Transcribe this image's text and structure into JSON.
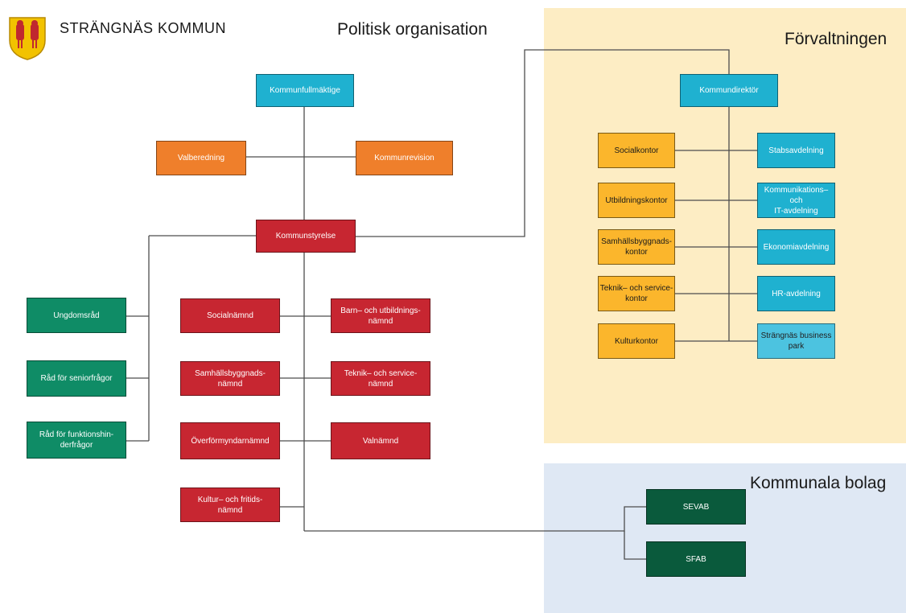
{
  "header": {
    "municipality_name": "STRÄNGNÄS KOMMUN"
  },
  "headings": {
    "politisk": "Politisk organisation",
    "forvaltningen": "Förvaltningen",
    "bolag": "Kommunala bolag"
  },
  "colors": {
    "teal": "#1fb1d0",
    "orange": "#ef7f2b",
    "red": "#c72631",
    "yellow": "#fbb62c",
    "green": "#0f8c66",
    "dark_green": "#0a5a3c",
    "forvaltningen_bg": "#fdedc4",
    "bolag_bg": "#dfe8f4"
  },
  "nodes": {
    "kommunfullmaktige": "Kommunfullmäktige",
    "valberedning": "Valberedning",
    "kommunrevision": "Kommunrevision",
    "kommunstyrelse": "Kommunstyrelse",
    "ungdomsrad": "Ungdomsråd",
    "rad_senior": "Råd för seniorfrågor",
    "rad_funktion": "Råd för funktionshin-\nderfrågor",
    "socialnamnd": "Socialnämnd",
    "barn_utb_namnd": "Barn– och utbildnings-\nnämnd",
    "samhall_namnd": "Samhällsbyggnads-\nnämnd",
    "teknik_namnd": "Teknik– och service-\nnämnd",
    "overformyndar": "Överförmyndarnämnd",
    "valnamnd": "Valnämnd",
    "kultur_namnd": "Kultur– och fritids-\nnämnd",
    "kommundirektor": "Kommundirektör",
    "socialkontor": "Socialkontor",
    "utbildningskontor": "Utbildningskontor",
    "samhall_kontor": "Samhällsbyggnads-\nkontor",
    "teknik_kontor": "Teknik– och service-\nkontor",
    "kulturkontor": "Kulturkontor",
    "stabsavdelning": "Stabsavdelning",
    "kommunikation": "Kommunikations– och\nIT-avdelning",
    "ekonomi": "Ekonomiavdelning",
    "hr": "HR-avdelning",
    "business_park": "Strängnäs business\npark",
    "sevab": "SEVAB",
    "sfab": "SFAB"
  }
}
